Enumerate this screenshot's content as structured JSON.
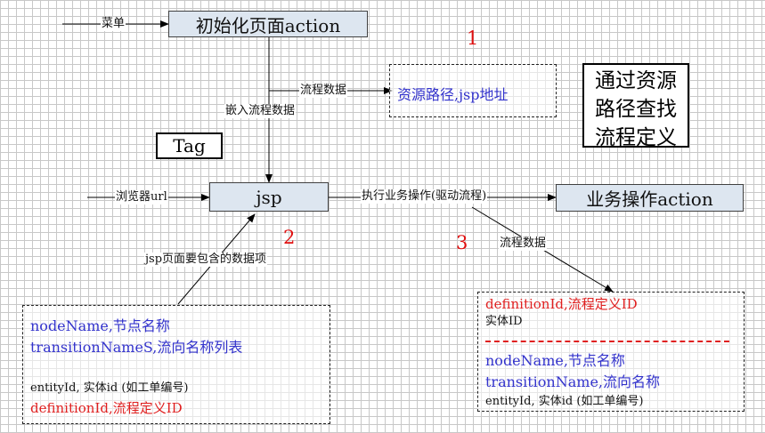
{
  "nodes": {
    "init_action": "初始化页面action",
    "jsp": "jsp",
    "biz_action": "业务操作action"
  },
  "tag_label": "Tag",
  "note_text": [
    "通过资源",
    "路径查找",
    "流程定义"
  ],
  "markers": {
    "one": "1",
    "two": "2",
    "three": "3"
  },
  "edge_labels": {
    "menu": "菜单",
    "flow_data_1": "流程数据",
    "embed_flow_data": "嵌入流程数据",
    "browser_url": "浏览器url",
    "exec_biz": "执行业务操作(驱动流程)",
    "flow_data_2": "流程数据",
    "jsp_items": "jsp页面要包含的数据项"
  },
  "resource_box": {
    "text": "资源路径,jsp地址"
  },
  "left_box": {
    "line1": "nodeName,节点名称",
    "line2": "transitionNameS,流向名称列表",
    "line3": "entityId, 实体id (如工单编号)",
    "line4": "definitionId,流程定义ID"
  },
  "right_box": {
    "line1": "definitionId,流程定义ID",
    "line2": "实体ID",
    "line3": "nodeName,节点名称",
    "line4": "transitionName,流向名称",
    "line5": "entityId, 实体id (如工单编号)"
  },
  "colors": {
    "node_fill": "#dde6f0",
    "accent_red": "#e02020",
    "accent_blue": "#3333cc"
  }
}
